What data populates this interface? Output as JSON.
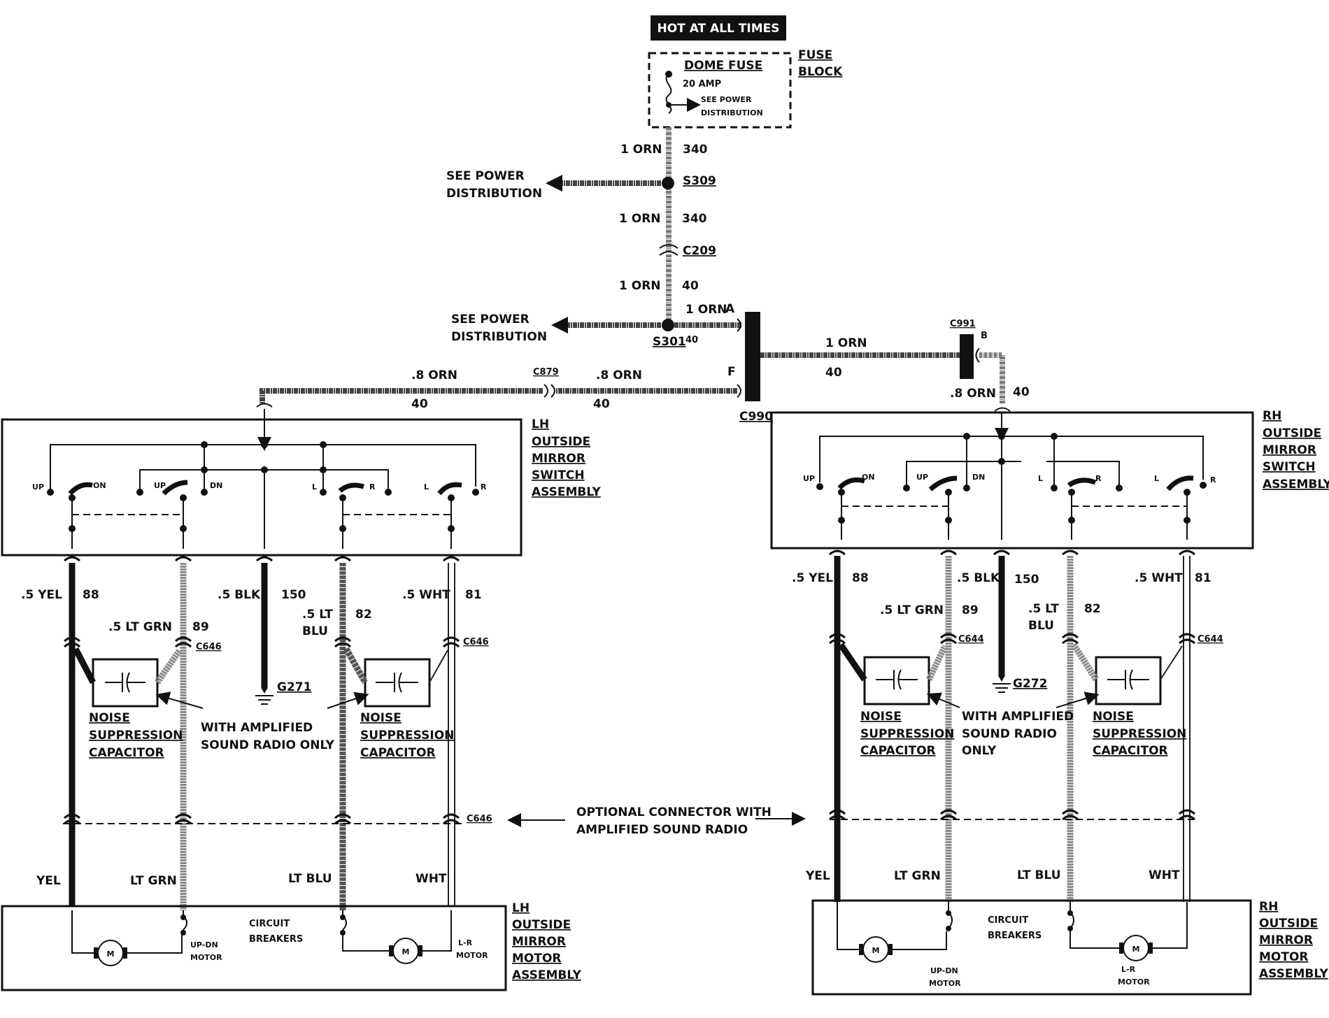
{
  "header": {
    "hot_label": "HOT AT ALL TIMES"
  },
  "fuse_block": {
    "fuse_name": "DOME FUSE",
    "rating": "20 AMP",
    "see_line1": "SEE POWER",
    "see_line2": "DISTRIBUTION",
    "label_line1": "FUSE",
    "label_line2": "BLOCK"
  },
  "feed": {
    "w1_color": "1 ORN",
    "w1_circuit": "340",
    "s309": "S309",
    "w2_color": "1 ORN",
    "w2_circuit": "340",
    "c209": "C209",
    "w3_color": "1 ORN",
    "w3_circuit": "40",
    "w4_color": "1 ORN",
    "pin_a": "A",
    "s301": "S301",
    "s301_circuit": "40",
    "see_power_1a": "SEE POWER",
    "see_power_1b": "DISTRIBUTION",
    "see_power_2a": "SEE POWER",
    "see_power_2b": "DISTRIBUTION",
    "c990": "C990",
    "pin_f": "F",
    "c879": "C879",
    "lh_a_color": ".8 ORN",
    "lh_a_circuit": "40",
    "lh_b_color": ".8 ORN",
    "lh_b_circuit": "40",
    "rh_color": "1 ORN",
    "rh_circuit": "40",
    "c991": "C991",
    "pin_b": "B",
    "rh_drop_color": ".8 ORN",
    "rh_drop_circuit": "40"
  },
  "lh": {
    "switch_label": [
      "LH",
      "OUTSIDE",
      "MIRROR",
      "SWITCH",
      "ASSEMBLY"
    ],
    "sw": {
      "up1": "UP",
      "on1": "ON",
      "up2": "UP",
      "on2": "DN",
      "l1": "L",
      "r1": "R",
      "l2": "L",
      "r2": "R"
    },
    "yel_color": ".5 YEL",
    "yel_circuit": "88",
    "grn_color": ".5 LT GRN",
    "grn_circuit": "89",
    "blk_color": ".5 BLK",
    "blk_circuit": "150",
    "blu_color1": ".5 LT",
    "blu_color2": "BLU",
    "blu_circuit": "82",
    "wht_color": ".5 WHT",
    "wht_circuit": "81",
    "c646_a": "C646",
    "c646_b": "C646",
    "c646_c": "C646",
    "ground": "G271",
    "cap_label": [
      "NOISE",
      "SUPPRESSION",
      "CAPACITOR"
    ],
    "cap_label2": [
      "NOISE",
      "SUPPRESSION",
      "CAPACITOR"
    ],
    "amp_note1": "WITH AMPLIFIED",
    "amp_note2": "SOUND RADIO ONLY",
    "bottom_yel": "YEL",
    "bottom_grn": "LT GRN",
    "bottom_blu": "LT BLU",
    "bottom_wht": "WHT",
    "cb1": "CIRCUIT",
    "cb2": "BREAKERS",
    "updn1": "UP-DN",
    "updn2": "MOTOR",
    "lr1": "L-R",
    "lr2": "MOTOR",
    "motor_label": [
      "LH",
      "OUTSIDE",
      "MIRROR",
      "MOTOR",
      "ASSEMBLY"
    ]
  },
  "rh": {
    "switch_label": [
      "RH",
      "OUTSIDE",
      "MIRROR",
      "SWITCH",
      "ASSEMBLY"
    ],
    "sw": {
      "up1": "UP",
      "on1": "ON",
      "up2": "UP",
      "on2": "DN",
      "l1": "L",
      "r1": "R",
      "l2": "L",
      "r2": "R"
    },
    "yel_color": ".5 YEL",
    "yel_circuit": "88",
    "grn_color": ".5 LT GRN",
    "grn_circuit": "89",
    "blk_color": ".5 BLK",
    "blk_circuit": "150",
    "blu_color1": ".5 LT",
    "blu_color2": "BLU",
    "blu_circuit": "82",
    "wht_color": ".5 WHT",
    "wht_circuit": "81",
    "c644_a": "C644",
    "c644_b": "C644",
    "ground": "G272",
    "cap_label": [
      "NOISE",
      "SUPPRESSION",
      "CAPACITOR"
    ],
    "cap_label2": [
      "NOISE",
      "SUPPRESSION",
      "CAPACITOR"
    ],
    "amp_note1": "WITH AMPLIFIED",
    "amp_note2": "SOUND RADIO",
    "amp_note3": "ONLY",
    "bottom_yel": "YEL",
    "bottom_grn": "LT GRN",
    "bottom_blu": "LT BLU",
    "bottom_wht": "WHT",
    "cb1": "CIRCUIT",
    "cb2": "BREAKERS",
    "updn1": "UP-DN",
    "updn2": "MOTOR",
    "lr1": "L-R",
    "lr2": "MOTOR",
    "motor_label": [
      "RH",
      "OUTSIDE",
      "MIRROR",
      "MOTOR",
      "ASSEMBLY"
    ]
  },
  "optional": {
    "line1": "OPTIONAL CONNECTOR WITH",
    "line2": "AMPLIFIED SOUND RADIO"
  }
}
